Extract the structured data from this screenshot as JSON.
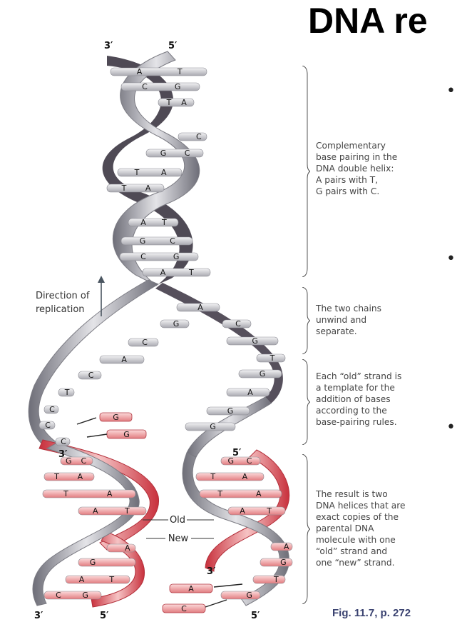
{
  "title": "DNA re",
  "annotations": [
    {
      "key": "pairing",
      "text": "Complementary\nbase pairing in the\nDNA double helix:\nA pairs with T,\nG pairs with C."
    },
    {
      "key": "unwind",
      "text": "The two chains\nunwind and\nseparate."
    },
    {
      "key": "template",
      "text": "Each “old” strand is\na template for the\naddition of bases\naccording to the\nbase-pairing rules."
    },
    {
      "key": "result",
      "text": "The result is two\nDNA helices that are\nexact copies of the\nparental DNA\nmolecule with one\n“old” strand and\none “new” strand."
    }
  ],
  "direction_label": "Direction of\nreplication",
  "strand_labels": {
    "old": "Old",
    "new": "New"
  },
  "end_labels": {
    "top_left": "3′",
    "top_right": "5′",
    "bottom_left": "3′",
    "bottom_mid": "5′",
    "bottom_right": "5′",
    "left_fork": "3′",
    "right_fork": "5′",
    "right_new": "3′"
  },
  "caption": "Fig. 11.7, p. 272",
  "colors": {
    "old_strand": "#8a8a94",
    "old_strand_dark": "#4e4a55",
    "new_strand": "#d0454f",
    "new_strand_light": "#f0aeb0",
    "rung": "#d9d9dc"
  },
  "base_pairs": {
    "parent": [
      [
        "A",
        "T"
      ],
      [
        "C",
        "G"
      ],
      [
        "T",
        "A"
      ],
      [
        "",
        "C"
      ],
      [
        "G",
        "C"
      ],
      [
        "T",
        "A"
      ],
      [
        "T",
        "A"
      ],
      [
        "A",
        "T"
      ],
      [
        "G",
        "C"
      ],
      [
        "C",
        "G"
      ],
      [
        "A",
        "T"
      ]
    ],
    "fork_left": [
      "G",
      "C",
      "A",
      "C",
      "T",
      "C",
      "C",
      "C"
    ],
    "fork_right": [
      "A",
      "C",
      "G",
      "T",
      "G",
      "A",
      "G",
      "G"
    ],
    "daughter_left": [
      [
        "G",
        "C"
      ],
      [
        "T",
        "A"
      ],
      [
        "T",
        "A"
      ],
      [
        "A",
        "T"
      ],
      [
        "",
        "A"
      ],
      [
        "G",
        ""
      ],
      [
        "A",
        "T"
      ],
      [
        "C",
        "G"
      ]
    ],
    "daughter_right": [
      [
        "G",
        "C"
      ],
      [
        "T",
        "A"
      ],
      [
        "T",
        "A"
      ],
      [
        "A",
        "T"
      ],
      [
        "",
        "A"
      ],
      [
        "",
        "G"
      ],
      [
        "",
        "T"
      ],
      [
        "",
        "G"
      ]
    ],
    "free_nucleotides": [
      "G",
      "G",
      "A",
      "C"
    ]
  }
}
